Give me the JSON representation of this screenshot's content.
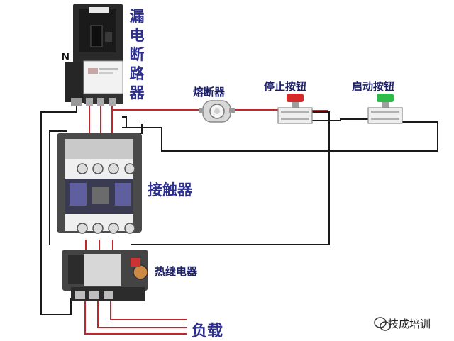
{
  "labels": {
    "breaker": "漏电断路器",
    "fuse": "熔断器",
    "stop_button": "停止按钮",
    "start_button": "启动按钮",
    "contactor": "接触器",
    "thermal_relay": "热继电器",
    "load": "负载",
    "neutral": "N"
  },
  "watermark": {
    "text": "技成培训",
    "icon": "wechat-icon"
  },
  "colors": {
    "wire_red": "#c0262b",
    "wire_black": "#1a1a1a",
    "label_blue": "#2c2f8f",
    "stop_button_cap": "#d42a2a",
    "start_button_cap": "#2dbb4a"
  }
}
